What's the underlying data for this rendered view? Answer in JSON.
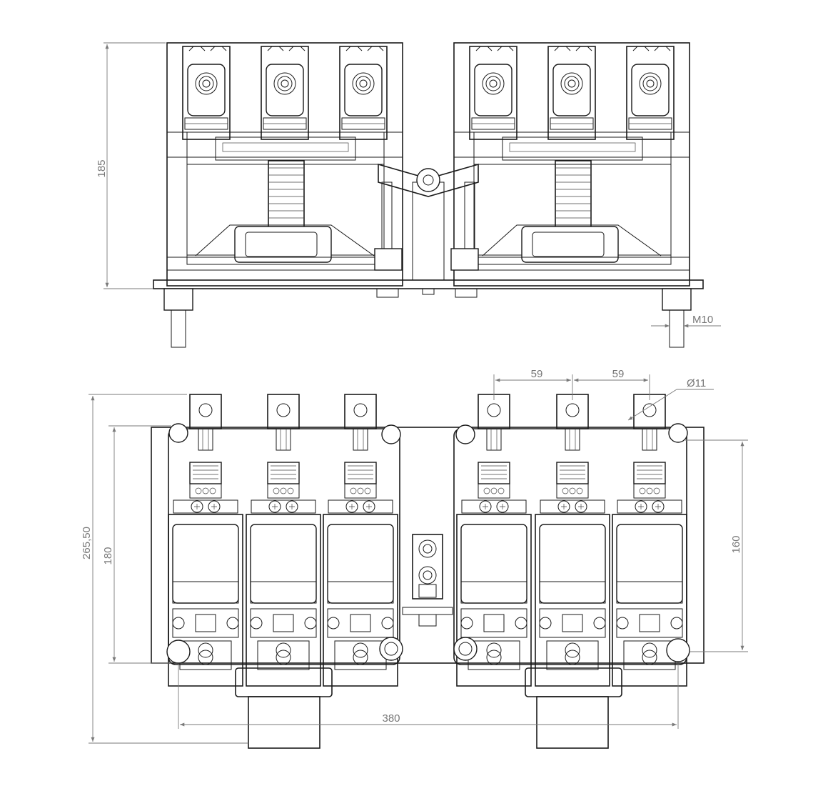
{
  "drawing": {
    "colors": {
      "line": "#1a1a1a",
      "dimension": "#777777",
      "background": "#ffffff"
    },
    "top_view": {
      "height_dim": "185",
      "thread_dim": "M10"
    },
    "bottom_view": {
      "overall_height_dim": "265,50",
      "mount_height_dim": "180",
      "right_height_dim": "160",
      "width_dim": "380",
      "pitch_dim_1": "59",
      "pitch_dim_2": "59",
      "hole_dim": "Ø11"
    }
  }
}
